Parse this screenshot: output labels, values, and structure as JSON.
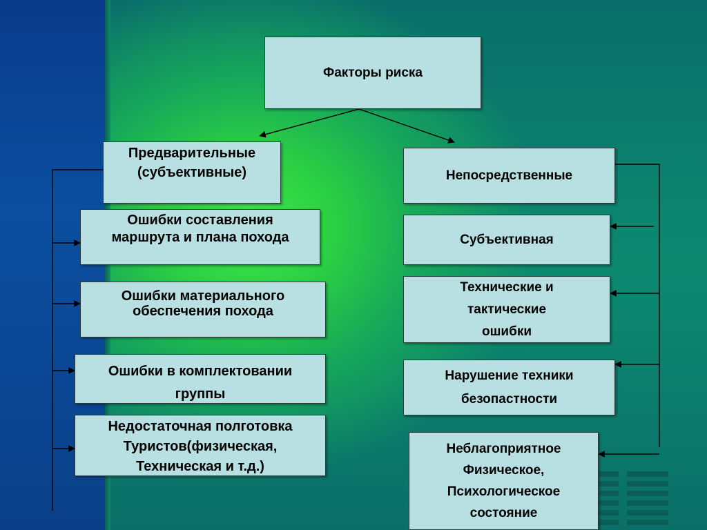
{
  "diagram": {
    "root": "Факторы риска",
    "left_branch": {
      "title": "Предварительные\n(субъективные)",
      "items": [
        "Ошибки составления\nмаршрута и плана похода",
        "Ошибки материального\nобеспечения похода",
        "Ошибки в  комплектовании\nгруппы",
        "Недостаточная полготовка\nТуристов(физическая,\nТехническая и т.д.)"
      ]
    },
    "right_branch": {
      "title": "Непосредственные",
      "items": [
        "Субъективная",
        "Технические и\nтактические\nошибки",
        "Нарушение техники\nбезопастности",
        "Неблагоприятное\nФизическое,\nПсихологическое\nсостояние"
      ]
    }
  },
  "colors": {
    "box_fill": "#b8e0e2",
    "line": "#000000",
    "accent_green": "#3be84a",
    "left_band": "#0b4fa0"
  }
}
